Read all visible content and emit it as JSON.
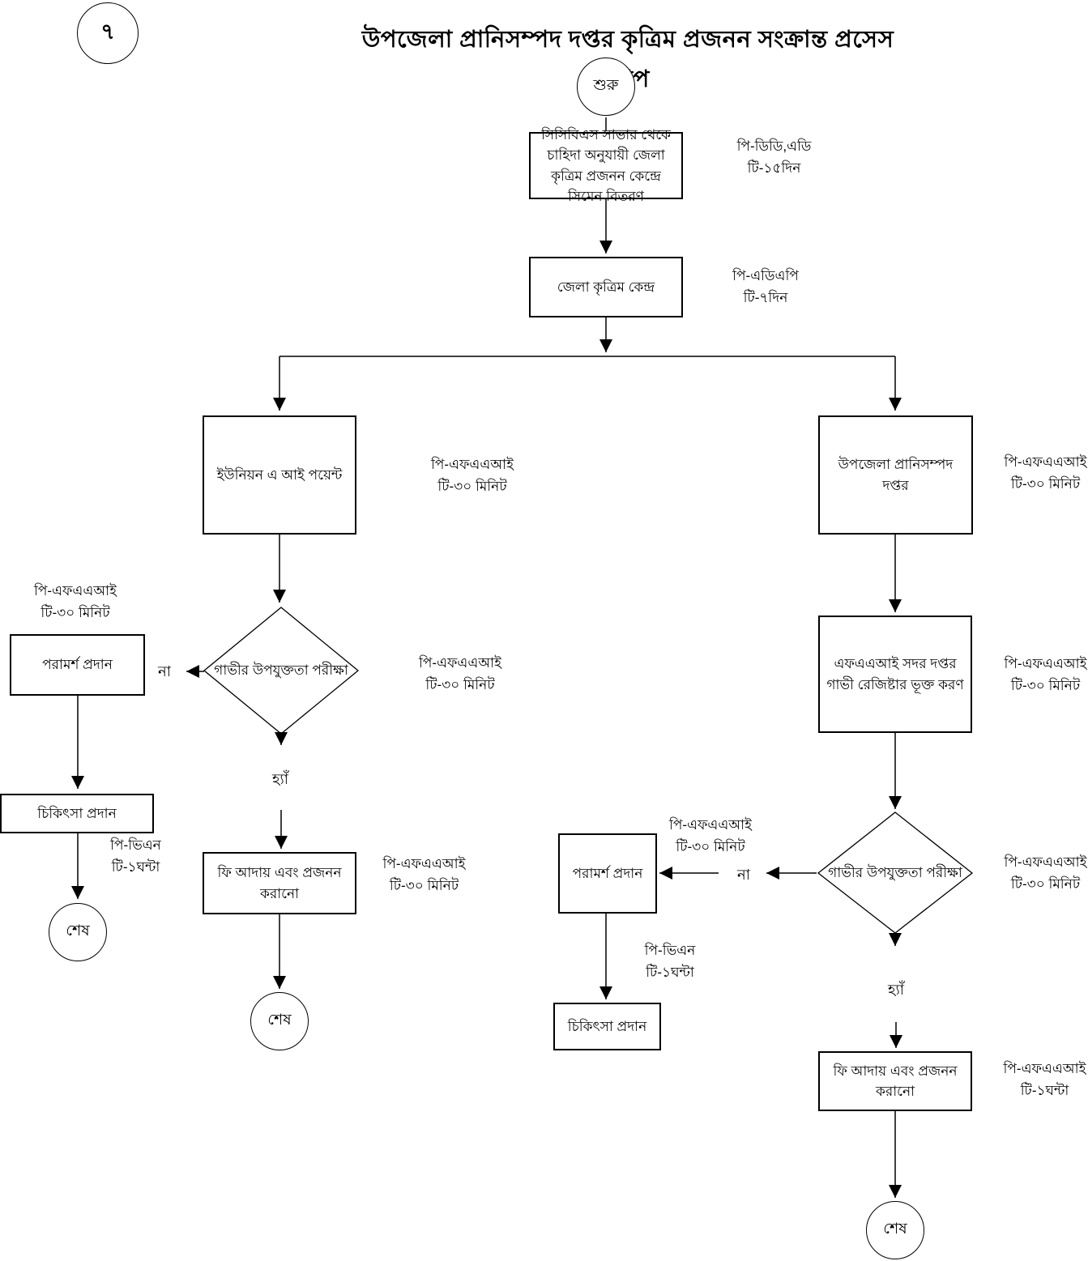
{
  "page_number": "৭",
  "title": "উপজেলা প্রানিসম্পদ দপ্তর কৃত্রিম প্রজনন সংক্রান্ত প্রসেস ম্যাপ",
  "terminals": {
    "start": "শুরু",
    "end_left": "শেষ",
    "end_center": "শেষ",
    "end_right": "শেষ"
  },
  "nodes": {
    "ccbs": "সিসিবিএস সাভার থেকে চাহিদা অনুযায়ী জেলা কৃত্রিম প্রজনন কেন্দ্রে সিমেন বিতরণ",
    "district_center": "জেলা কৃত্রিম কেন্দ্র",
    "union_ai_point": "ইউনিয়ন এ আই পয়েন্ট",
    "upazila_office": "উপজেলা প্রানিসম্পদ দপ্তর",
    "left_decision": "গাভীর উপযুক্ততা পরীক্ষা",
    "left_advice": "পরামর্শ প্রদান",
    "left_treatment": "চিকিৎসা প্রদান",
    "left_fee": "ফি আদায় এবং প্রজনন করানো",
    "faai_register": "এফএএআই সদর দপ্তর গাভী রেজিষ্টার ভূক্ত করণ",
    "right_decision": "গাভীর উপযুক্ততা পরীক্ষা",
    "right_advice": "পরামর্শ প্রদান",
    "right_treatment": "চিকিৎসা প্রদান",
    "right_fee": "ফি আদায় এবং প্রজনন করানো"
  },
  "annotations": {
    "ccbs": {
      "person": "পি-ডিডি,এডি",
      "time": "টি-১৫দিন"
    },
    "district_center": {
      "person": "পি-এডিএপি",
      "time": "টি-৭দিন"
    },
    "union_ai_point": {
      "person": "পি-এফএএআই",
      "time": "টি-৩০ মিনিট"
    },
    "upazila_office": {
      "person": "পি-এফএএআই",
      "time": "টি-৩০ মিনিট"
    },
    "left_decision": {
      "person": "পি-এফএএআই",
      "time": "টি-৩০ মিনিট"
    },
    "left_advice": {
      "person": "পি-এফএএআই",
      "time": "টি-৩০ মিনিট"
    },
    "left_treatment": {
      "person": "পি-ভিএন",
      "time": "টি-১ঘন্টা"
    },
    "left_fee": {
      "person": "পি-এফএএআই",
      "time": "টি-৩০ মিনিট"
    },
    "faai_register": {
      "person": "পি-এফএএআই",
      "time": "টি-৩০ মিনিট"
    },
    "right_decision": {
      "person": "পি-এফএএআই",
      "time": "টি-৩০ মিনিট"
    },
    "right_advice": {
      "person": "পি-এফএএআই",
      "time": "টি-৩০ মিনিট"
    },
    "right_treatment": {
      "person": "পি-ভিএন",
      "time": "টি-১ঘন্টা"
    },
    "right_fee": {
      "person": "পি-এফএএআই",
      "time": "টি-১ঘন্টা"
    }
  },
  "branch_labels": {
    "left_no": "না",
    "left_yes": "হ্যাঁ",
    "right_no": "না",
    "right_yes": "হ্যাঁ"
  },
  "colors": {
    "line": "#000000",
    "background": "#ffffff"
  }
}
